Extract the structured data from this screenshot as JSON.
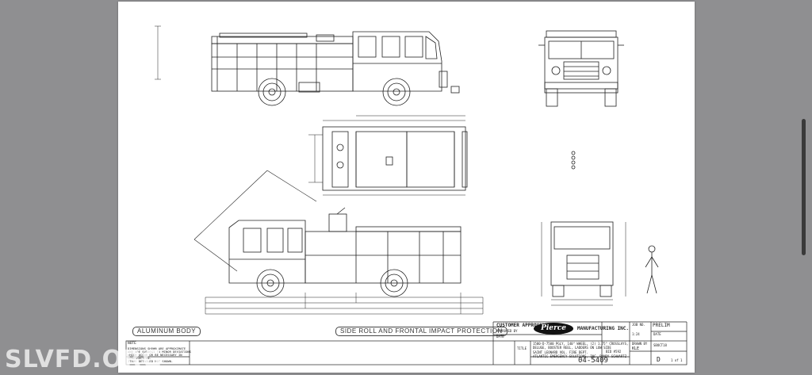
{
  "sheet": {
    "aluminum_label": "ALUMINUM BODY",
    "protection_label": "SIDE ROLL AND FRONTAL IMPACT PROTECTION",
    "customer_approval": "CUSTOMER APPROVAL",
    "approved_by": "APPROVED BY",
    "date_label": "DATE",
    "manufacturer": "MANUFACTURING INC.",
    "logo_text": "Pierce",
    "job_no_label": "JOB NO.",
    "status": "PRELIM",
    "scale": "1:24",
    "date_header": "DATE",
    "drawn_by_label": "DRAWN BY",
    "drawn_by": "KLE",
    "date_value": "SBOCT18",
    "desc_lines": [
      "1500-D-7500 PGLY, 140\" WHEEL, (2) 1.75\" CROSSLAYS,",
      "DELUGE, BOOSTER REEL, LADDERS ON LOW SIDE",
      "SAINT LEONARD VOL. FIRE DEPT.",
      "ATLANTIC EMERGENCY SOLUTIONS, INC.    RANDY SCHWARTZ"
    ],
    "title_label": "TITLE",
    "bid_no": "BID #592",
    "drawing_number": "04-5409",
    "rev": "D",
    "sheet_no": "1 of 1",
    "note_title": "NOTE",
    "note_lines": [
      "DIMENSIONS SHOWN ARE APPROXIMATE",
      "AND ARE SUBJECT TO MINOR DEVIATIONS",
      "WHICH OCCUR OR BE NECESSARY IN",
      "CONSTRUCTION.",
      "ITEMS DETAILED NOT SHOWN."
    ]
  },
  "watermark": "SLVFD.ORG"
}
